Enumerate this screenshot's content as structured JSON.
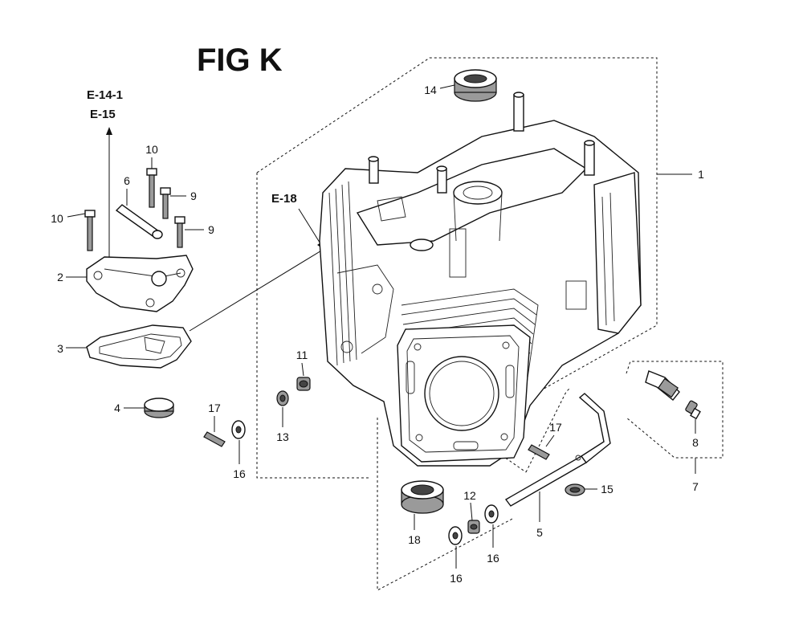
{
  "figure": {
    "title": "FIG K",
    "references": [
      "E-14-1",
      "E-15",
      "E-18"
    ]
  },
  "callouts": {
    "c1": "1",
    "c2": "2",
    "c3": "3",
    "c4": "4",
    "c5": "5",
    "c6": "6",
    "c7": "7",
    "c8": "8",
    "c9a": "9",
    "c9b": "9",
    "c10a": "10",
    "c10b": "10",
    "c11": "11",
    "c12": "12",
    "c13": "13",
    "c14": "14",
    "c15": "15",
    "c16a": "16",
    "c16b": "16",
    "c16c": "16",
    "c17a": "17",
    "c17b": "17",
    "c18": "18"
  }
}
